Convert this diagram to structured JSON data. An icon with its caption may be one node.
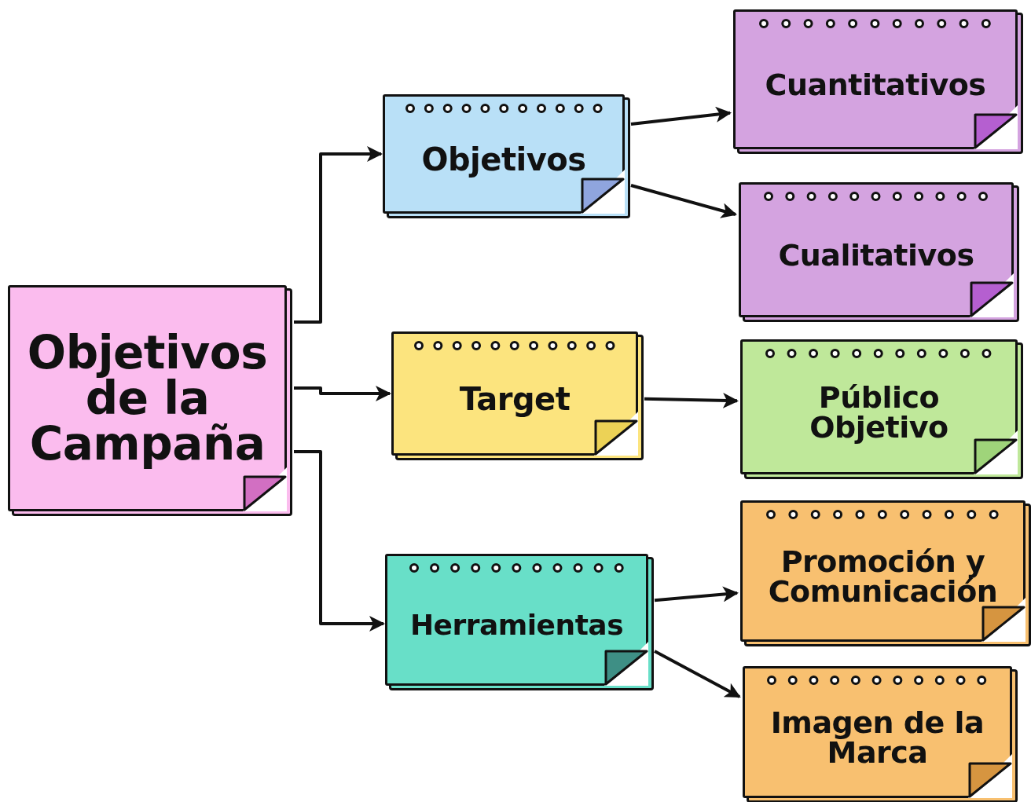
{
  "diagram": {
    "nodes": [
      {
        "text": [
          "Objetivos de la Campaña"
        ]
      },
      {
        "text": [
          "Objetivos"
        ]
      },
      {
        "text": [
          "Target"
        ]
      },
      {
        "text": [
          "Herramientas"
        ]
      },
      {
        "text": [
          "Cuantitativos"
        ]
      },
      {
        "text": [
          "Cualitativos"
        ]
      },
      {
        "text": [
          "Público Objetivo"
        ]
      },
      {
        "text": [
          "Promoción y Comunicación"
        ]
      },
      {
        "text": [
          "Imagen de la Marca"
        ]
      }
    ],
    "edges": [
      {
        "from": 0,
        "to": 1,
        "arrow": "to"
      },
      {
        "from": 0,
        "to": 2,
        "arrow": "to"
      },
      {
        "from": 0,
        "to": 3,
        "arrow": "to"
      },
      {
        "from": 1,
        "to": 4,
        "arrow": "to"
      },
      {
        "from": 1,
        "to": 5,
        "arrow": "to"
      },
      {
        "from": 2,
        "to": 6,
        "arrow": "to"
      },
      {
        "from": 3,
        "to": 7,
        "arrow": "to"
      },
      {
        "from": 3,
        "to": 8,
        "arrow": "to"
      }
    ]
  }
}
